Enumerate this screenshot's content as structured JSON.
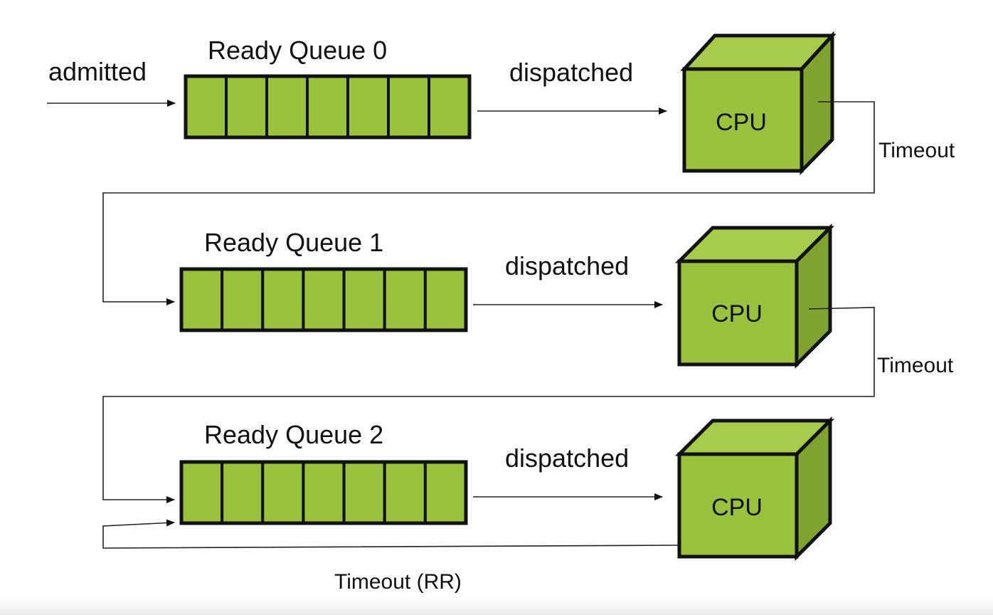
{
  "labels": {
    "admitted": "admitted",
    "queue_0": "Ready  Queue 0",
    "queue_1": "Ready  Queue 1",
    "queue_2": "Ready  Queue 2",
    "dispatched_0": "dispatched",
    "dispatched_1": "dispatched",
    "dispatched_2": "dispatched",
    "cpu_0": "CPU",
    "cpu_1": "CPU",
    "cpu_2": "CPU",
    "timeout_0": "Timeout",
    "timeout_1": "Timeout",
    "timeout_rr": "Timeout (RR)"
  },
  "queues": [
    {
      "slot_count": 7
    },
    {
      "slot_count": 7
    },
    {
      "slot_count": 7
    }
  ],
  "colors": {
    "slot_fill": "#99c33d",
    "cube_front": "#99c33d",
    "cube_top": "#a6cc4e",
    "cube_side": "#7fa530",
    "outline": "#111111"
  }
}
